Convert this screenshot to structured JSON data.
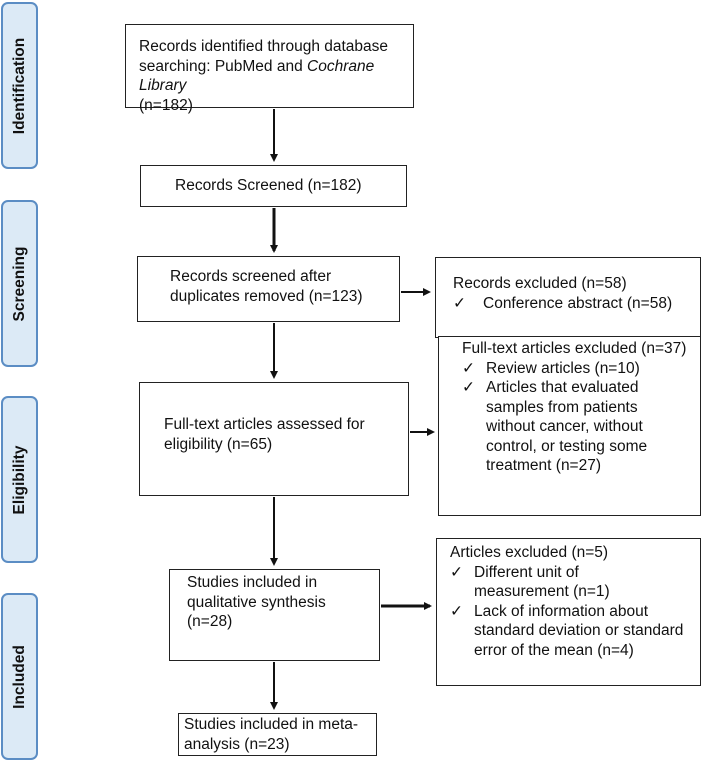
{
  "phases": {
    "identification": "Identification",
    "screening": "Screening",
    "eligibility": "Eligibility",
    "included": "Included"
  },
  "boxes": {
    "identified_line1": "Records identified through database",
    "identified_line2a": "searching: PubMed and ",
    "identified_line2b": "Cochrane Library",
    "identified_line3": "(n=182)",
    "screened": "Records Screened (n=182)",
    "screened_dup_line1": "Records screened after",
    "screened_dup_line2": "duplicates removed (n=123)",
    "fulltext_line1": "Full-text articles assessed for",
    "fulltext_line2": "eligibility (n=65)",
    "qualitative_line1": "Studies included in",
    "qualitative_line2": "qualitative synthesis",
    "qualitative_line3": "(n=28)",
    "meta_line1": "Studies included in meta-",
    "meta_line2": "analysis (n=23)"
  },
  "exclusions": {
    "check_mark": "✓",
    "records": {
      "title": "Records excluded (n=58)",
      "items": [
        "Conference abstract (n=58)"
      ]
    },
    "fulltext": {
      "title": "Full-text articles excluded (n=37)",
      "items": [
        "Review articles (n=10)",
        "Articles that evaluated samples from patients without cancer, without control, or testing some treatment (n=27)"
      ]
    },
    "articles": {
      "title": "Articles excluded (n=5)",
      "items": [
        "Different unit of measurement (n=1)",
        "Lack of information about standard deviation or standard error of the mean (n=4)"
      ]
    }
  }
}
